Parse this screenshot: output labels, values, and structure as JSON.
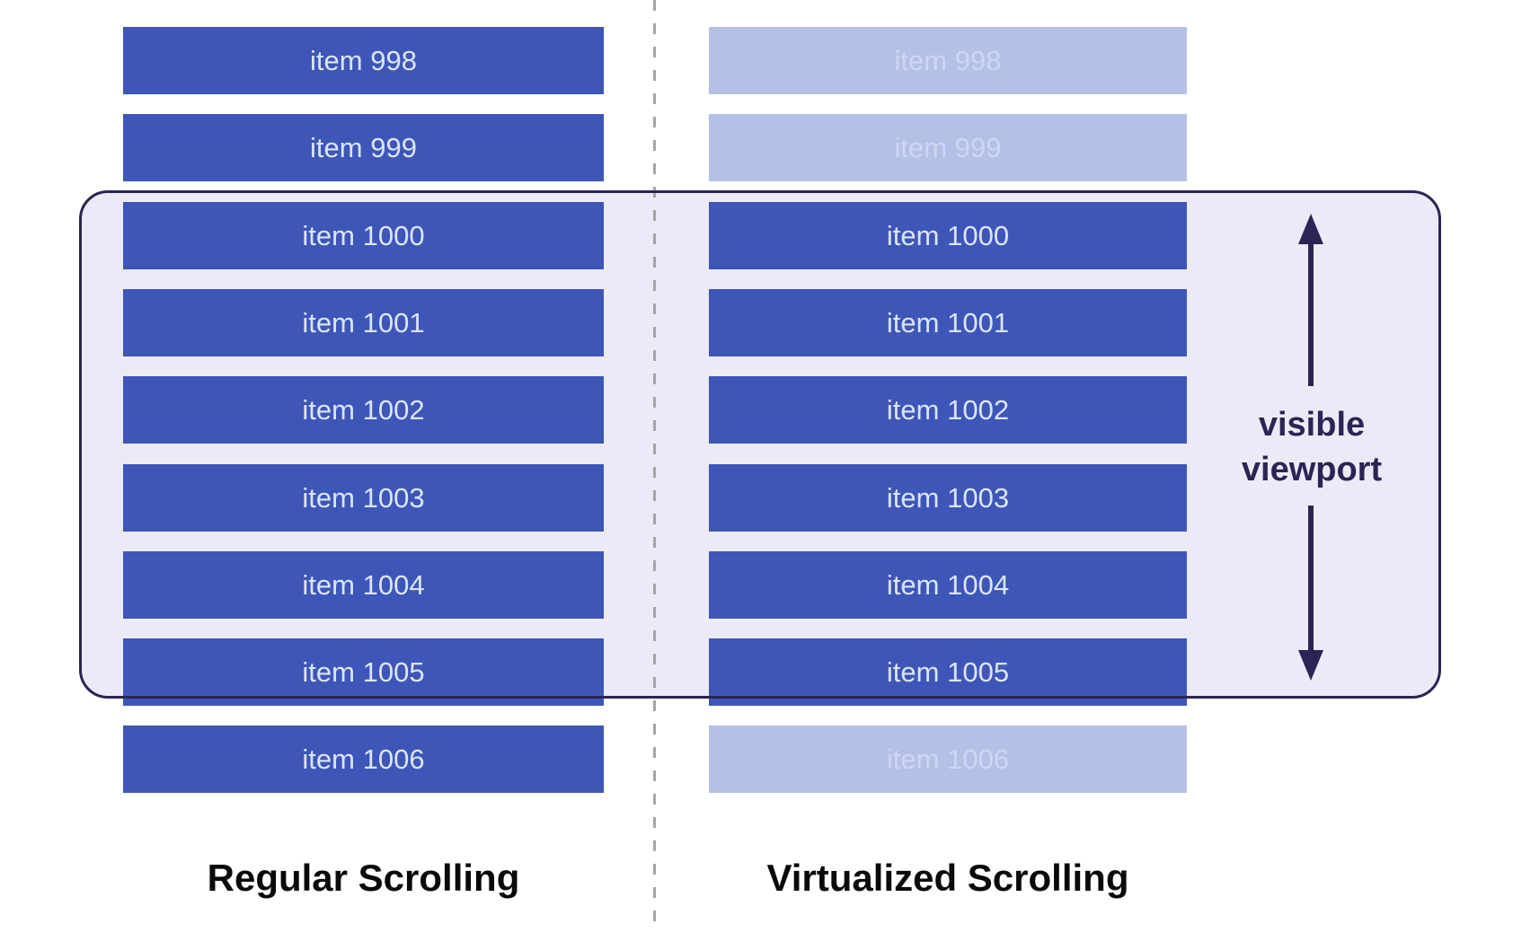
{
  "diagram": {
    "regular": {
      "heading": "Regular Scrolling",
      "items": [
        {
          "label": "item 998",
          "rendered": true
        },
        {
          "label": "item 999",
          "rendered": true
        },
        {
          "label": "item 1000",
          "rendered": true
        },
        {
          "label": "item 1001",
          "rendered": true
        },
        {
          "label": "item 1002",
          "rendered": true
        },
        {
          "label": "item 1003",
          "rendered": true
        },
        {
          "label": "item 1004",
          "rendered": true
        },
        {
          "label": "item 1005",
          "rendered": true
        },
        {
          "label": "item 1006",
          "rendered": true
        }
      ]
    },
    "virtualized": {
      "heading": "Virtualized Scrolling",
      "items": [
        {
          "label": "item 998",
          "rendered": false
        },
        {
          "label": "item 999",
          "rendered": false
        },
        {
          "label": "item 1000",
          "rendered": true
        },
        {
          "label": "item 1001",
          "rendered": true
        },
        {
          "label": "item 1002",
          "rendered": true
        },
        {
          "label": "item 1003",
          "rendered": true
        },
        {
          "label": "item 1004",
          "rendered": true
        },
        {
          "label": "item 1005",
          "rendered": true
        },
        {
          "label": "item 1006",
          "rendered": false
        }
      ]
    },
    "viewport": {
      "label_line1": "visible",
      "label_line2": "viewport"
    }
  },
  "colors": {
    "item_rendered": "#3e56b7",
    "item_unrendered": "#b5c0e7",
    "item_text_rendered": "#dce4f6",
    "item_text_unrendered": "#ced7f1",
    "viewport_fill": "#eceaf7",
    "viewport_border": "#2b2454",
    "divider": "#a5a5a5",
    "heading_text": "#0a0a0a"
  }
}
